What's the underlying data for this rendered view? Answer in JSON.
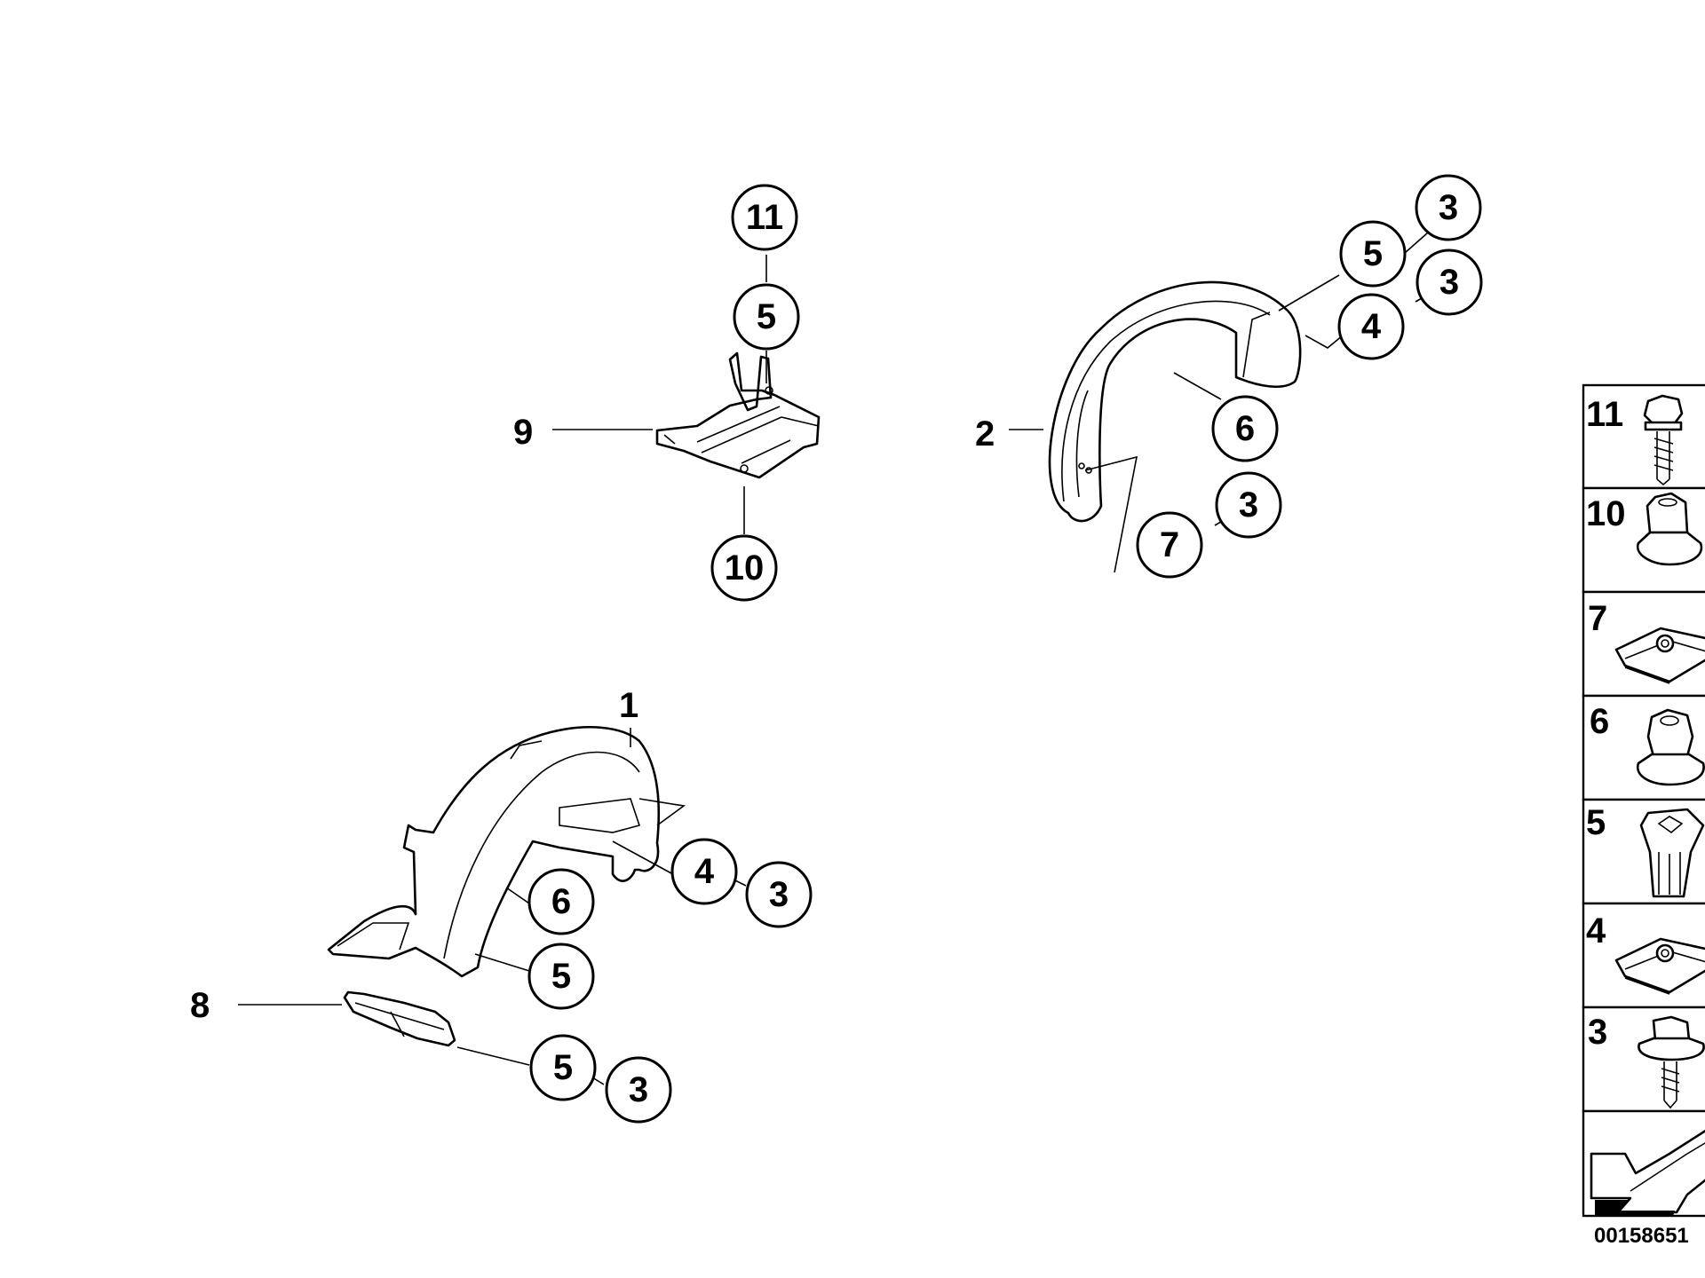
{
  "diagram": {
    "labels": {
      "part_1": "1",
      "part_2": "2",
      "part_8": "8",
      "part_9": "9"
    },
    "callouts": {
      "c11_top": "11",
      "c5_bracket": "5",
      "c10_bracket": "10",
      "c3_rear_a": "3",
      "c5_rear": "5",
      "c3_rear_b": "3",
      "c4_rear": "4",
      "c6_rear": "6",
      "c3_rear_c": "3",
      "c7_rear": "7",
      "c4_front": "4",
      "c3_front_a": "3",
      "c6_front": "6",
      "c5_front": "5",
      "c5_front_b": "5",
      "c3_front_b": "3"
    },
    "legend": [
      {
        "num": "11",
        "icon": "hex-bolt-icon"
      },
      {
        "num": "10",
        "icon": "collar-nut-icon"
      },
      {
        "num": "7",
        "icon": "clip-nut-icon"
      },
      {
        "num": "6",
        "icon": "hex-flange-nut-icon"
      },
      {
        "num": "5",
        "icon": "expanding-nut-icon"
      },
      {
        "num": "4",
        "icon": "clip-nut-icon"
      },
      {
        "num": "3",
        "icon": "washer-screw-icon"
      },
      {
        "num": "",
        "icon": "direction-arrow-icon"
      }
    ],
    "doc_id": "00158651"
  }
}
